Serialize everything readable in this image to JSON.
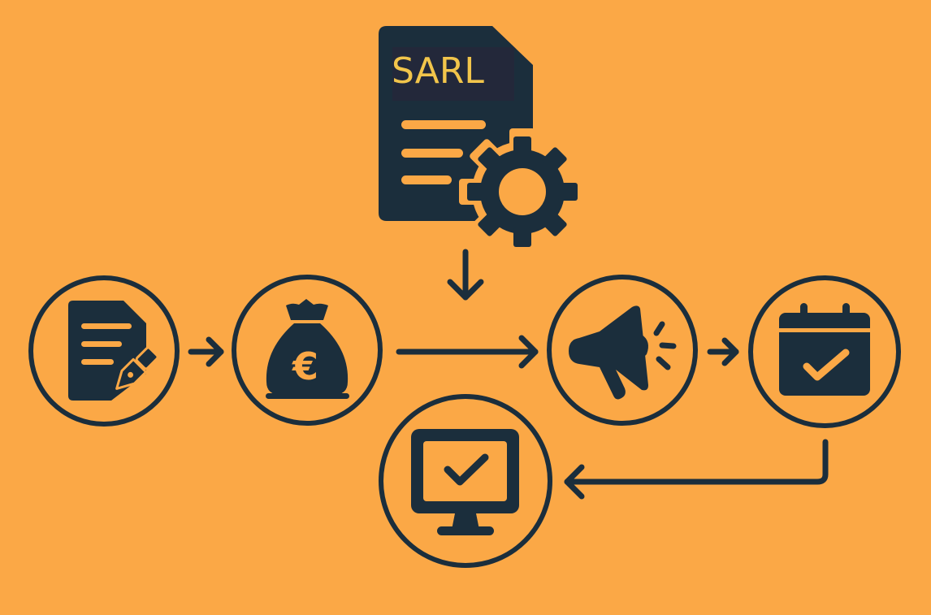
{
  "diagram": {
    "title_document": {
      "label": "SARL",
      "icon": "document-gear-icon"
    },
    "colors": {
      "background": "#FBA846",
      "ink": "#1B2E3C",
      "label_text": "#F2C54B",
      "label_band": "#23283A"
    },
    "steps": [
      {
        "id": "step-1",
        "icon": "document-signature-icon",
        "meaning": "draft and sign statutes"
      },
      {
        "id": "step-2",
        "icon": "money-bag-euro-icon",
        "meaning": "deposit capital"
      },
      {
        "id": "step-3",
        "icon": "megaphone-icon",
        "meaning": "publish legal notice"
      },
      {
        "id": "step-4",
        "icon": "calendar-check-icon",
        "meaning": "registration scheduled/validated"
      },
      {
        "id": "step-5",
        "icon": "monitor-check-icon",
        "meaning": "online registration complete"
      }
    ],
    "connectors": [
      {
        "from": "title_document",
        "to": "connector-main",
        "direction": "down"
      },
      {
        "from": "step-1",
        "to": "step-2",
        "direction": "right"
      },
      {
        "from": "step-2",
        "to": "step-3",
        "direction": "right"
      },
      {
        "from": "step-3",
        "to": "step-4",
        "direction": "right"
      },
      {
        "from": "step-4",
        "to": "step-5",
        "direction": "down-then-left"
      }
    ]
  }
}
